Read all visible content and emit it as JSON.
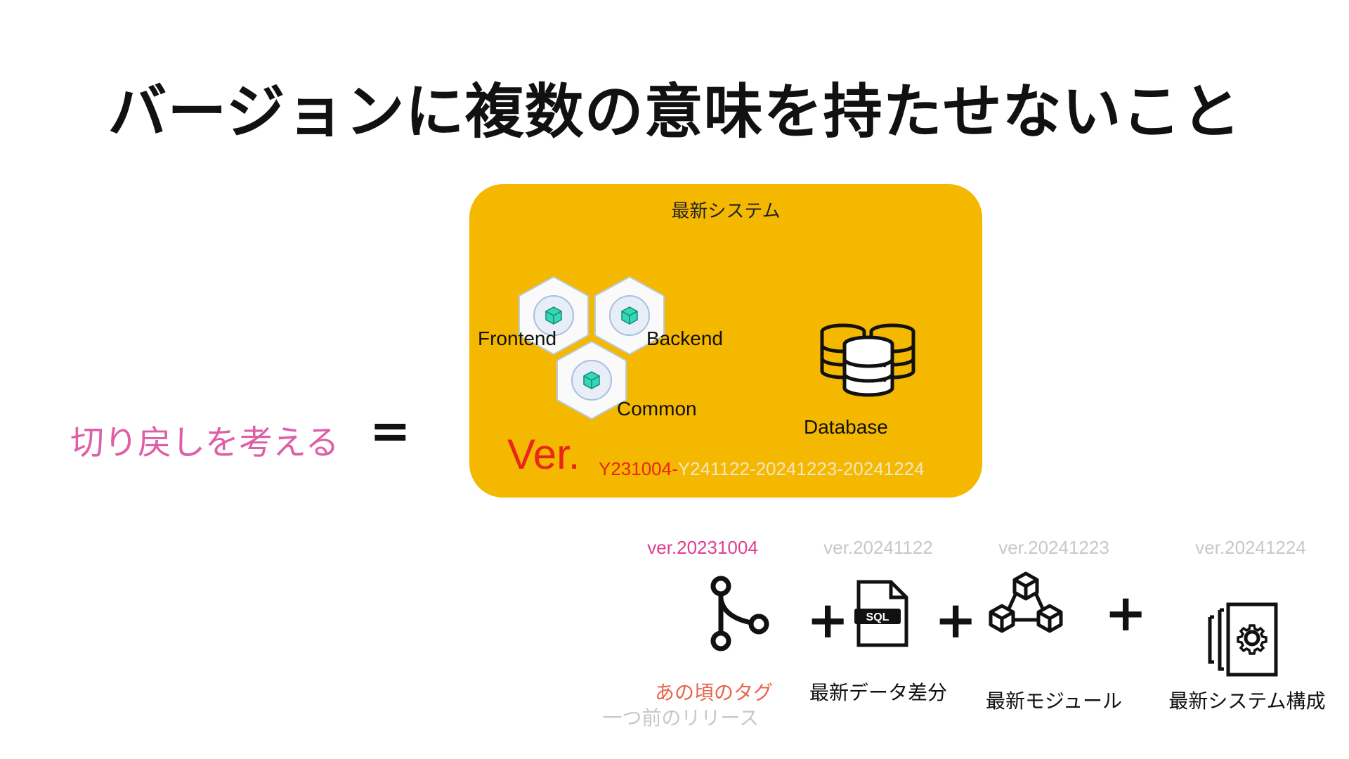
{
  "title": "バージョンに複数の意味を持たせないこと",
  "equation": {
    "lhs": "切り戻しを考える",
    "operator": "="
  },
  "system_box": {
    "title": "最新システム",
    "nodes": [
      {
        "label": "Frontend",
        "icon": "cube-icon"
      },
      {
        "label": "Backend",
        "icon": "cube-icon"
      },
      {
        "label": "Common",
        "icon": "cube-icon"
      }
    ],
    "database": {
      "label": "Database",
      "icon": "database-icon"
    },
    "version_prefix": "Ver.",
    "version_old": "Y231004-",
    "version_rest": "Y241122-20241223-20241224"
  },
  "components": [
    {
      "version": "ver.20231004",
      "name": "あの頃のタグ",
      "note": "一つ前のリリース",
      "icon": "git-branch-icon"
    },
    {
      "version": "ver.20241122",
      "name": "最新データ差分",
      "icon": "sql-file-icon"
    },
    {
      "version": "ver.20241223",
      "name": "最新モジュール",
      "icon": "modules-icon"
    },
    {
      "version": "ver.20241224",
      "name": "最新システム構成",
      "icon": "system-config-icon"
    }
  ],
  "plus_sign": "+",
  "colors": {
    "box": "#f5b800",
    "highlight_pink": "#dd5fa7",
    "highlight_red": "#e8261a",
    "tag_orange": "#e8654a",
    "muted_gray": "#c8c8c8",
    "ver_rest": "#f3e6c4",
    "node_cube": "#34d8b6"
  }
}
